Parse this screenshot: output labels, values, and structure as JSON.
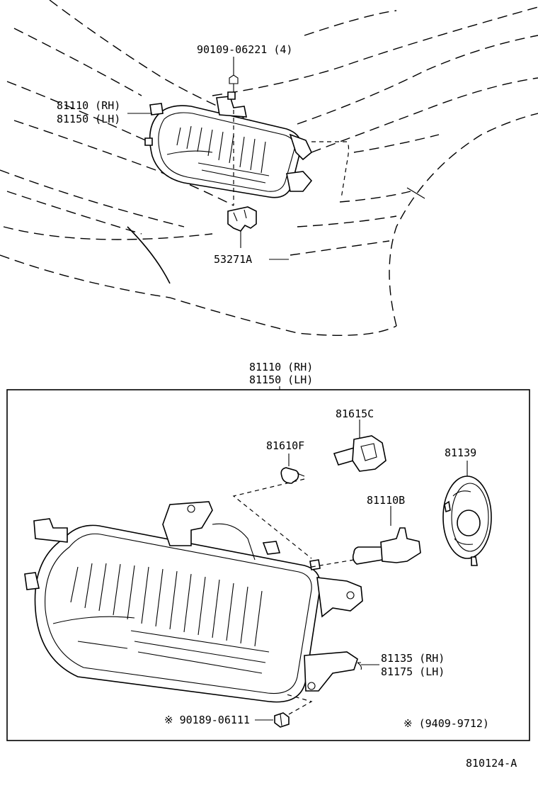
{
  "labels": {
    "top_bolt": "90109-06221 (4)",
    "top_lamp_rh": "81110 (RH)",
    "top_lamp_lh": "81150 (LH)",
    "top_bracket": "53271A",
    "main_lamp_rh": "81110 (RH)",
    "main_lamp_lh": "81150 (LH)",
    "socket": "81615C",
    "small_bulb": "81610F",
    "cap": "81139",
    "headlamp_bulb": "81110B",
    "adjuster_rh": "81135 (RH)",
    "adjuster_lh": "81175 (LH)",
    "screw": "※ 90189-06111",
    "date_note": "※ (9409-9712)",
    "diagram_id": "810124-A"
  }
}
